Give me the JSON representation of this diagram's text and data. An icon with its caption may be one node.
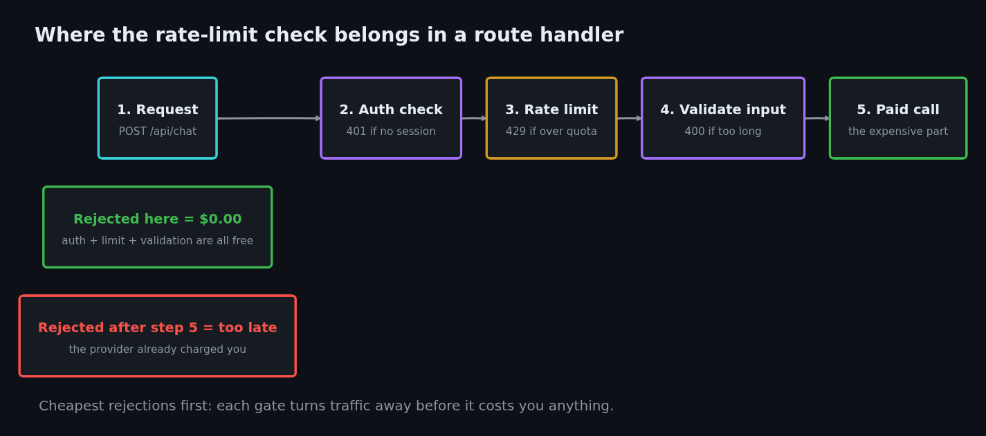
{
  "diagram": {
    "title": "Where the rate-limit check belongs in a route handler",
    "nodes": [
      {
        "text": [
          "1. Request",
          "POST /api/chat"
        ]
      },
      {
        "text": [
          "2. Auth check",
          "401 if no session"
        ]
      },
      {
        "text": [
          "3. Rate limit",
          "429 if over quota"
        ]
      },
      {
        "text": [
          "4. Validate input",
          "400 if too long"
        ]
      },
      {
        "text": [
          "5. Paid call",
          "the expensive part"
        ]
      },
      {
        "text": [
          "Rejected here = $0.00",
          "auth + limit + validation are all free"
        ]
      },
      {
        "text": [
          "Rejected after step 5 = too late",
          "the provider already charged you"
        ]
      }
    ],
    "edges": [
      {
        "from": 0,
        "to": 1,
        "arrow": "to"
      },
      {
        "from": 1,
        "to": 2,
        "arrow": "to"
      },
      {
        "from": 2,
        "to": 3,
        "arrow": "to"
      },
      {
        "from": 3,
        "to": 4,
        "arrow": "to"
      }
    ],
    "labels": [
      "Cheapest rejections first: each gate turns traffic away before it costs you anything."
    ]
  }
}
